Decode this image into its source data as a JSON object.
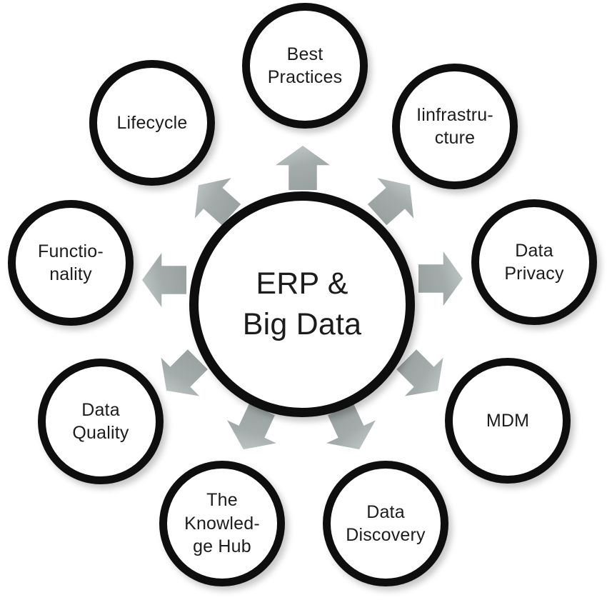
{
  "diagram_title": "ERP & Big Data",
  "center": {
    "lines": [
      "ERP &",
      "Big Data"
    ]
  },
  "nodes": [
    {
      "id": "best-practices",
      "lines": [
        "Best",
        "Practices"
      ]
    },
    {
      "id": "infrastructure",
      "lines": [
        "Iinfrastru-",
        "cture"
      ]
    },
    {
      "id": "data-privacy",
      "lines": [
        "Data",
        "Privacy"
      ]
    },
    {
      "id": "mdm",
      "lines": [
        "MDM"
      ]
    },
    {
      "id": "data-discovery",
      "lines": [
        "Data",
        "Discovery"
      ]
    },
    {
      "id": "knowledge-hub",
      "lines": [
        "The",
        "Knowled-",
        "ge Hub"
      ]
    },
    {
      "id": "data-quality",
      "lines": [
        "Data",
        "Quality"
      ]
    },
    {
      "id": "functionality",
      "lines": [
        "Functio-",
        "nality"
      ]
    },
    {
      "id": "lifecycle",
      "lines": [
        "Lifecycle"
      ]
    }
  ],
  "arrows": [
    "north",
    "north-east",
    "east",
    "south-east",
    "south-south-east",
    "south-south-west",
    "south-west",
    "west",
    "north-west"
  ],
  "colors": {
    "circle_border": "#0e0e0e",
    "circle_fill": "#ffffff",
    "arrow_gray": "#a4abab",
    "arrow_highlight": "#c4cbcb",
    "text": "#1c1c1c",
    "background": "#ffffff"
  }
}
